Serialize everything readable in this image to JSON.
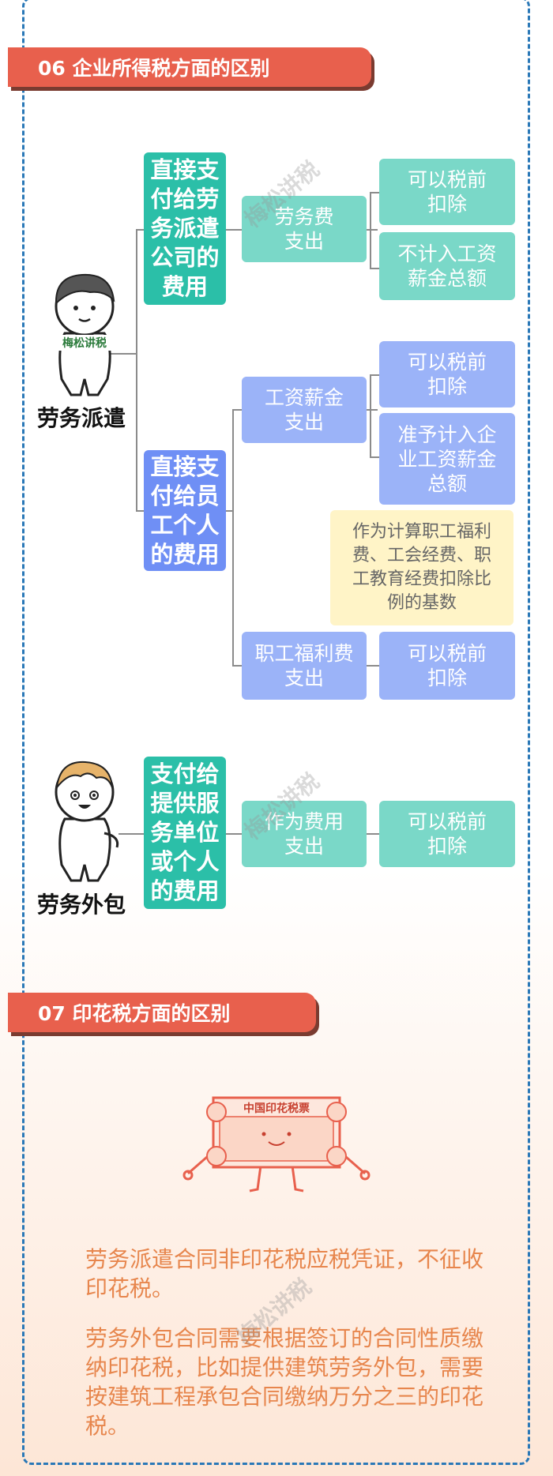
{
  "section06": {
    "title": "06 企业所得税方面的区别",
    "dispatch": {
      "role_label": "劳务派遣",
      "avatar_caption": "梅松讲税",
      "branch1": {
        "label": "直接支\n付给劳\n务派遣\n公司的\n费用",
        "expense": "劳务费\n支出",
        "results": [
          "可以税前\n扣除",
          "不计入工资\n薪金总额"
        ]
      },
      "branch2": {
        "label": "直接支\n付给员\n工个人\n的费用",
        "wage": {
          "expense": "工资薪金\n支出",
          "results": [
            "可以税前\n扣除",
            "准予计入企\n业工资薪金\n总额"
          ],
          "note": "作为计算职工福利\n费、工会经费、职\n工教育经费扣除比\n例的基数"
        },
        "welfare": {
          "expense": "职工福利费\n支出",
          "result": "可以税前\n扣除"
        }
      }
    },
    "outsourcing": {
      "role_label": "劳务外包",
      "label": "支付给\n提供服\n务单位\n或个人\n的费用",
      "expense": "作为费用\n支出",
      "result": "可以税前\n扣除"
    }
  },
  "section07": {
    "title": "07 印花税方面的区别",
    "stamp_text": "中国印花税票",
    "paragraphs": [
      "劳务派遣合同非印花税应税凭证，不征收印花税。",
      "劳务外包合同需要根据签订的合同性质缴纳印花税，比如提供建筑劳务外包，需要按建筑工程承包合同缴纳万分之三的印花税。"
    ]
  },
  "watermark": "梅松讲税",
  "colors": {
    "header": "#e8604d",
    "teal_dark": "#2bbfa8",
    "teal_light": "#7ad8c8",
    "blue_dark": "#6f8ff5",
    "blue_light": "#9bb3f8",
    "note_bg": "#fff4c7",
    "paragraph": "#e7864d",
    "frame": "#2a78b7"
  }
}
